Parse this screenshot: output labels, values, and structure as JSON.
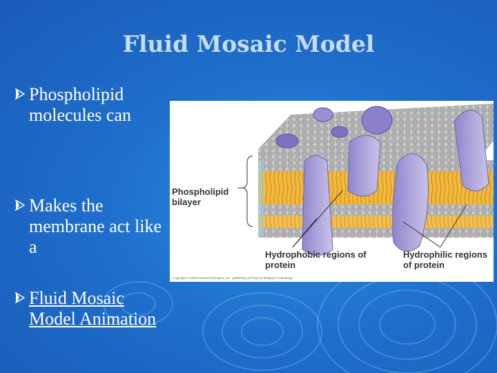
{
  "slide": {
    "title": "Fluid Mosaic Model",
    "background_color": "#1f6fcc",
    "title_color": "#c6dcef"
  },
  "bullets": [
    {
      "text": "Phospholipid molecules can"
    },
    {
      "text": "Makes the membrane act like a"
    },
    {
      "text": "Fluid Mosaic Model Animation",
      "is_link": true
    }
  ],
  "figure": {
    "label_bilayer": "Phospholipid bilayer",
    "label_hydrophobic": "Hydrophobic regions of protein",
    "label_hydrophilic": "Hydrophilic regions of protein",
    "copyright": "Copyright © 2009 Pearson Education, Inc., publishing as Pearson Benjamin Cummings."
  }
}
